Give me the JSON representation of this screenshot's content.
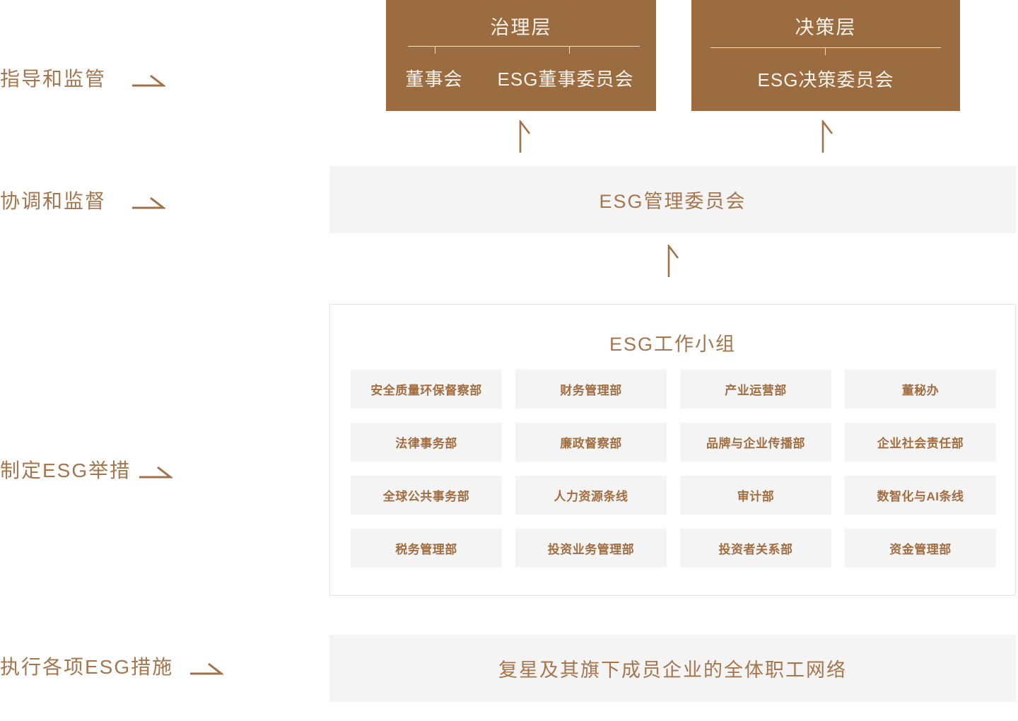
{
  "colors": {
    "brown_fill": "#9C6C41",
    "brown_text": "#A5764D",
    "dept_text": "#A26E41",
    "gray_bar_bg": "#F4F4F4",
    "box_border": "#E4E4E4",
    "cream_text": "#FAF3EB"
  },
  "side_labels": [
    {
      "text": "指导和监管"
    },
    {
      "text": "协调和监督"
    },
    {
      "text": "制定ESG举措"
    },
    {
      "text": "执行各项ESG措施"
    }
  ],
  "governance_box": {
    "title": "治理层",
    "children": [
      "董事会",
      "ESG董事委员会"
    ]
  },
  "decision_box": {
    "title": "决策层",
    "children": [
      "ESG决策委员会"
    ]
  },
  "management_bar": {
    "label": "ESG管理委员会"
  },
  "workgroup_box": {
    "title": "ESG工作小组",
    "departments": [
      "安全质量环保督察部",
      "财务管理部",
      "产业运营部",
      "董秘办",
      "法律事务部",
      "廉政督察部",
      "品牌与企业传播部",
      "企业社会责任部",
      "全球公共事务部",
      "人力资源条线",
      "审计部",
      "数智化与AI条线",
      "税务管理部",
      "投资业务管理部",
      "投资者关系部",
      "资金管理部"
    ]
  },
  "network_bar": {
    "label": "复星及其旗下成员企业的全体职工网络"
  }
}
